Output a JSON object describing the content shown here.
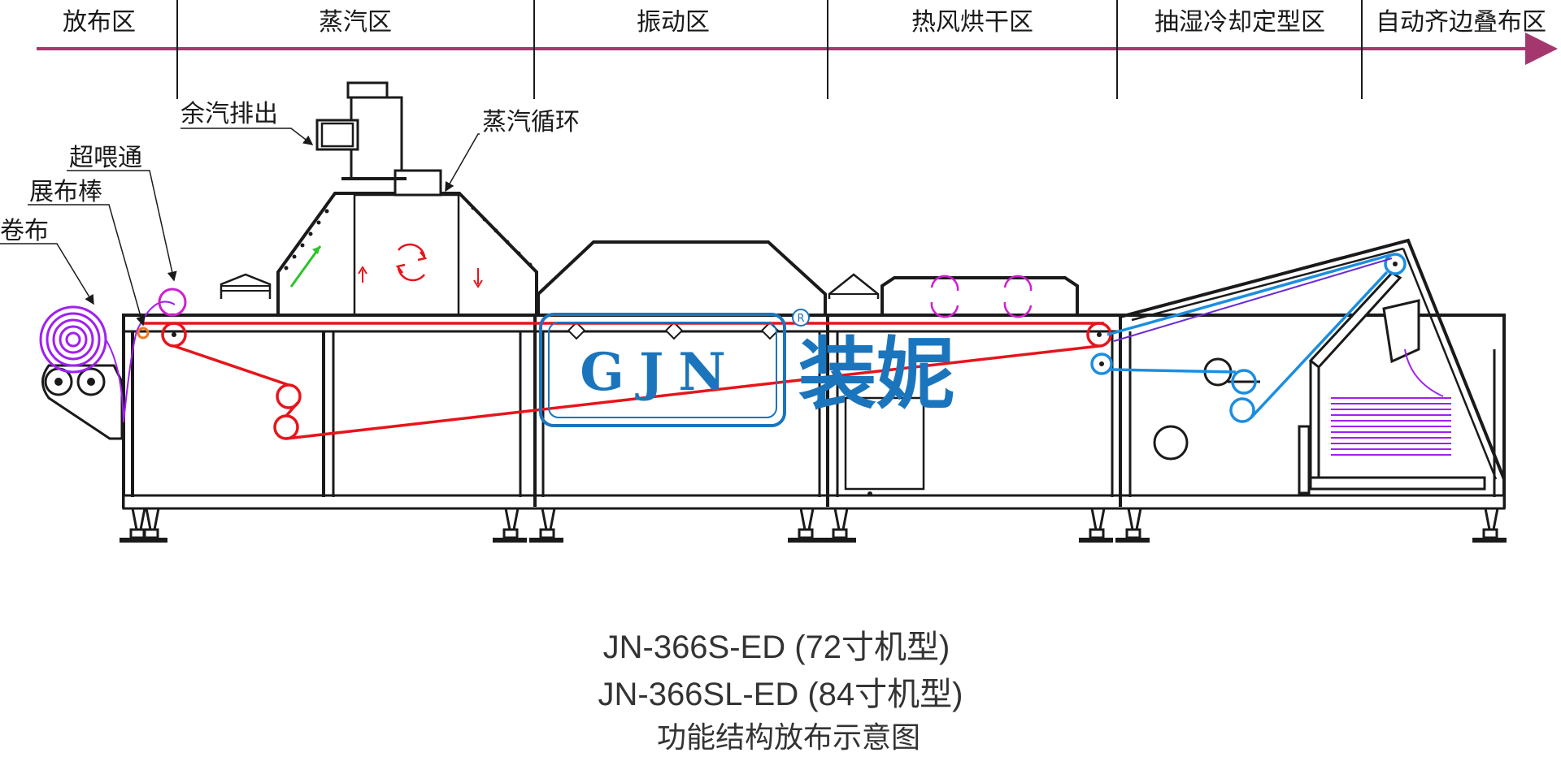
{
  "zones": [
    {
      "label": "放布区"
    },
    {
      "label": "蒸汽区"
    },
    {
      "label": "振动区"
    },
    {
      "label": "热风烘干区"
    },
    {
      "label": "抽湿冷却定型区"
    },
    {
      "label": "自动齐边叠布区"
    }
  ],
  "callouts": {
    "exhaust": "余汽排出",
    "circulation": "蒸汽循环",
    "overfeed": "超喂通",
    "spreader": "展布棒",
    "roll": "卷布"
  },
  "logo": {
    "latin": "GJN",
    "chinese": "装妮",
    "registered": "R"
  },
  "caption": {
    "model_1": "JN-366S-ED (72寸机型)",
    "model_2": "JN-366SL-ED (84寸机型)",
    "description": "功能结构放布示意图"
  },
  "colors": {
    "timeline": "#a4386e",
    "fabric_red": "#e8141b",
    "fabric_blue": "#1c8ee0",
    "fabric_purple": "#a020f0",
    "logo_blue": "#1b75bc",
    "arrow_green": "#2bc42b"
  }
}
